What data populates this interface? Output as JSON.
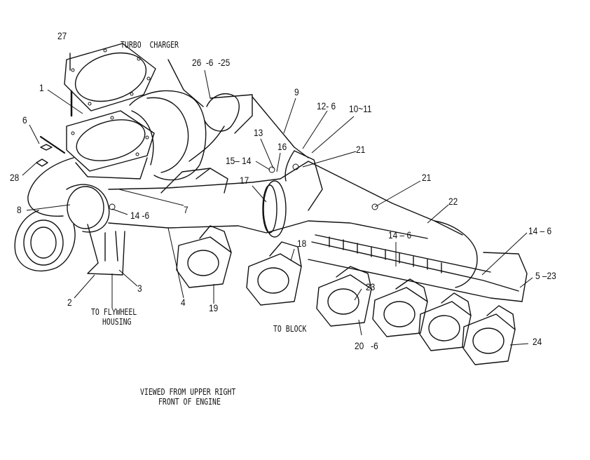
{
  "callouts": {
    "c27": "27",
    "c1": "1",
    "c6": "6",
    "c28": "28",
    "c8": "8",
    "c2": "2",
    "c3": "3",
    "c4": "4",
    "c19": "19",
    "c18": "18",
    "c7": "7",
    "c14_6_a": "14 -6",
    "c17": "17",
    "c15_14": "15– 14",
    "c13": "13",
    "c16": "16",
    "c26": "26  -6  -25",
    "c9": "9",
    "c12_6": "12- 6",
    "c10_11": "10~11",
    "c21_a": "21",
    "c21_b": "21",
    "c22": "22",
    "c14_6_b": "14 – 6",
    "c14_6_c": "14 – 6",
    "c5_23": "5 –23",
    "c23": "23",
    "c24": "24",
    "c20_6": "20   -6"
  },
  "notes": {
    "turbo": "TURBO  CHARGER",
    "flywheel_1": "TO FLYWHEEL",
    "flywheel_2": "HOUSING",
    "block": "TO BLOCK",
    "view_1": "VIEWED FROM UPPER RIGHT",
    "view_2": "FRONT OF ENGINE"
  }
}
